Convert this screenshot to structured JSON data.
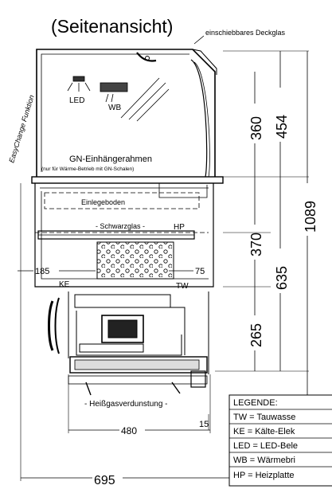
{
  "title": "(Seitenansicht)",
  "labels": {
    "glass": "einschiebbares Deckglas",
    "easychange": "EasyChange Funktion",
    "led": "LED",
    "wb": "WB",
    "gn_frame": "GN-Einhängerahmen",
    "gn_note": "(nur für Wärme-Betrieb mit GN-Schalen)",
    "shelf": "Einlegeboden",
    "black_glass": "- Schwarzglas -",
    "hp": "HP",
    "ke": "KE",
    "tw": "TW",
    "hot_gas": "- Heißgasverdunstung -"
  },
  "dimensions": {
    "d454": "454",
    "d360": "360",
    "d1089": "1089",
    "d370": "370",
    "d635": "635",
    "d265": "265",
    "d185": "185",
    "d75": "75",
    "d480": "480",
    "d15": "15",
    "d695": "695"
  },
  "legend": {
    "title": "LEGENDE:",
    "items": [
      "TW = Tauwasse",
      "KE = Kälte-Elek",
      "LED = LED-Bele",
      "WB = Wärmebri",
      "HP = Heizplatte"
    ]
  }
}
